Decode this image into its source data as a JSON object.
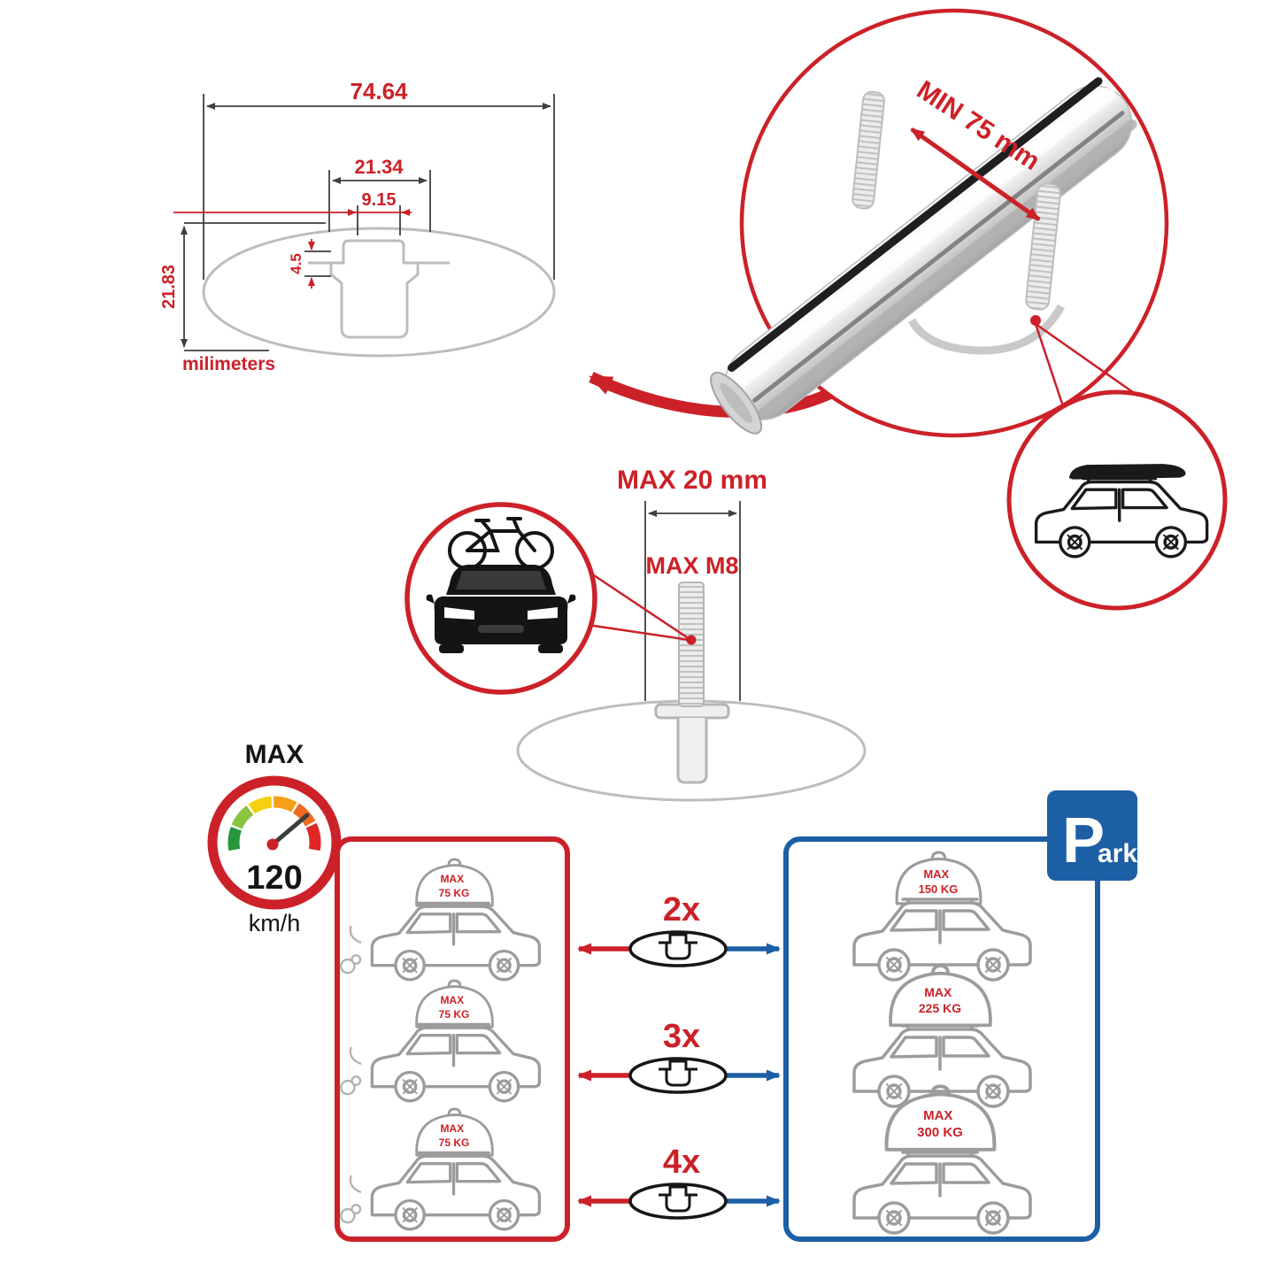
{
  "colors": {
    "red": "#cc2128",
    "blue": "#1d5fa5",
    "sketch_gray": "#bdbdbd",
    "dark": "#141414"
  },
  "cross_section": {
    "dim_outer_width": "74.64",
    "dim_mid_width": "21.34",
    "dim_inner_width": "9.15",
    "dim_lip": "4.5",
    "dim_height": "21.83",
    "unit_label": "milimeters"
  },
  "bar_detail": {
    "min_clamp_label": "MIN 75 mm"
  },
  "bolt_detail": {
    "max_width_label": "MAX 20 mm",
    "max_thread_label": "MAX M8"
  },
  "speedometer": {
    "top_label": "MAX",
    "value": "120",
    "unit": "km/h"
  },
  "quantity_rows": [
    {
      "label": "2x"
    },
    {
      "label": "3x"
    },
    {
      "label": "4x"
    }
  ],
  "left_panel": {
    "cars": [
      {
        "load_label": "MAX",
        "load_value": "75 KG"
      },
      {
        "load_label": "MAX",
        "load_value": "75 KG"
      },
      {
        "load_label": "MAX",
        "load_value": "75 KG"
      }
    ]
  },
  "right_panel": {
    "park_letter": "P",
    "park_suffix": "ark",
    "cars": [
      {
        "load_label": "MAX",
        "load_value": "150 KG"
      },
      {
        "load_label": "MAX",
        "load_value": "225 KG"
      },
      {
        "load_label": "MAX",
        "load_value": "300 KG"
      }
    ]
  }
}
